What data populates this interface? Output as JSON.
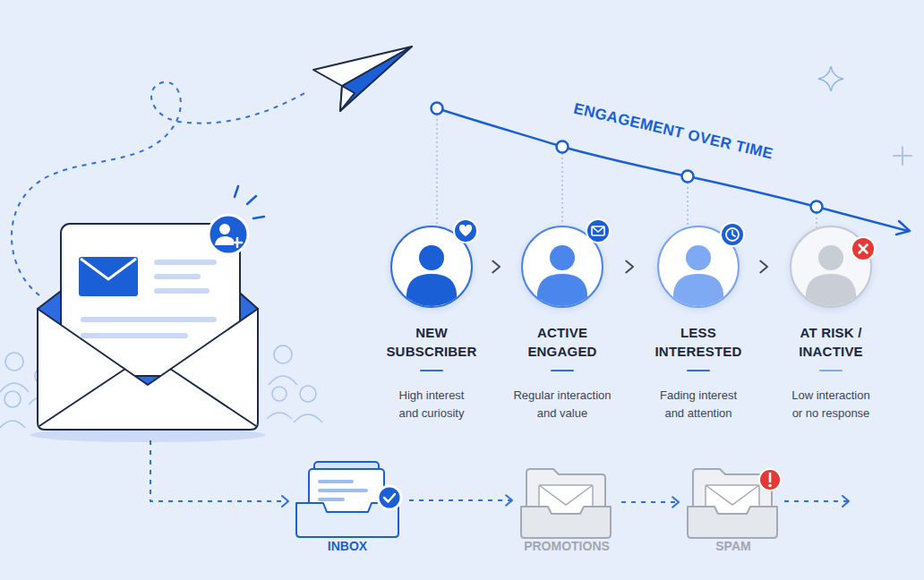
{
  "diagram": {
    "nodes": [
      {
        "text": [
          "NEW SUBSCRIBER",
          "High interest and curiosity"
        ]
      },
      {
        "text": [
          "ACTIVE ENGAGED",
          "Regular interaction and value"
        ]
      },
      {
        "text": [
          "LESS INTERESTED",
          "Fading interest and attention"
        ]
      },
      {
        "text": [
          "AT RISK / INACTIVE",
          "Low interaction or no response"
        ]
      },
      {
        "text": [
          "INBOX"
        ]
      },
      {
        "text": [
          "PROMOTIONS"
        ]
      },
      {
        "text": [
          "SPAM"
        ]
      }
    ],
    "edges": [
      {
        "from": 0,
        "to": 1,
        "arrow": "to"
      },
      {
        "from": 1,
        "to": 2,
        "arrow": "to"
      },
      {
        "from": 2,
        "to": 3,
        "arrow": "to"
      },
      {
        "from": 4,
        "to": 5,
        "arrow": "to"
      },
      {
        "from": 5,
        "to": 6,
        "arrow": "to"
      }
    ],
    "labels": [
      "ENGAGEMENT OVER TIME"
    ]
  }
}
